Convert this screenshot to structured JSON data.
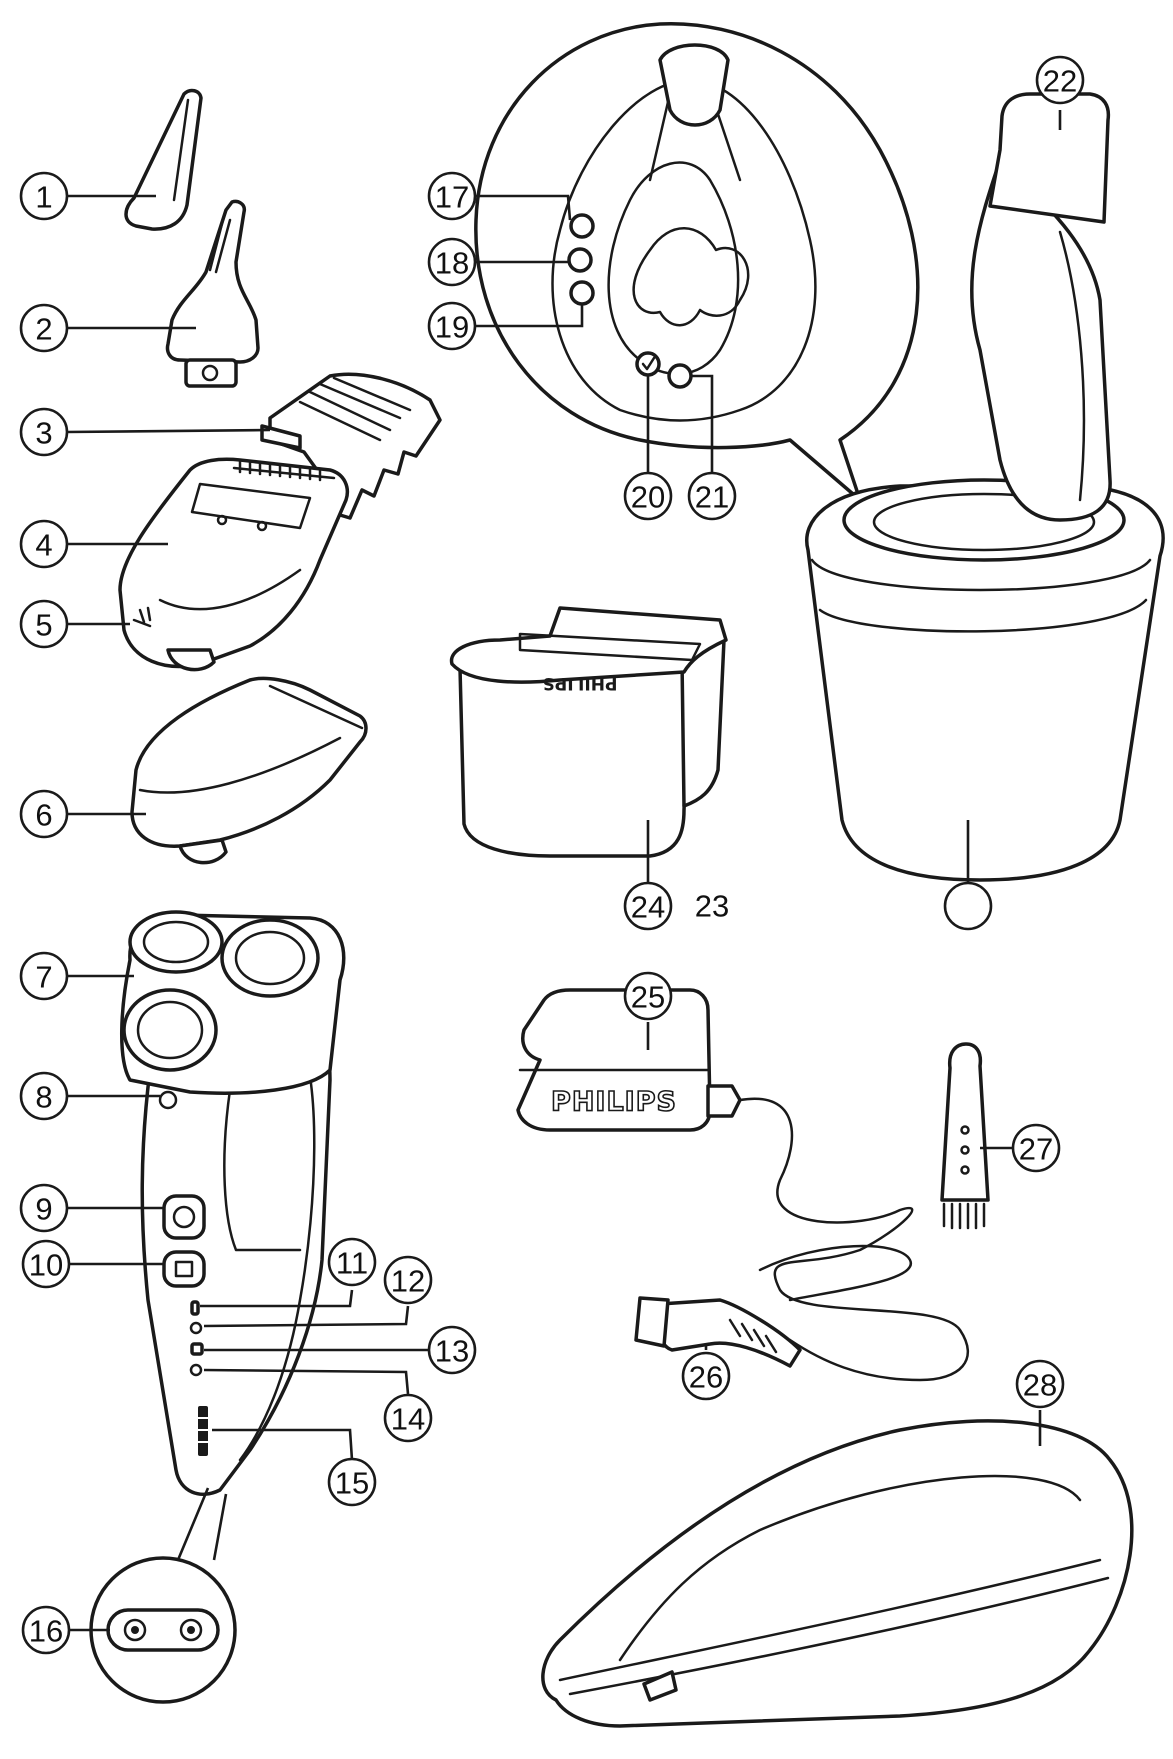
{
  "callouts": [
    {
      "id": "1",
      "label": "1"
    },
    {
      "id": "2",
      "label": "2"
    },
    {
      "id": "3",
      "label": "3"
    },
    {
      "id": "4",
      "label": "4"
    },
    {
      "id": "5",
      "label": "5"
    },
    {
      "id": "6",
      "label": "6"
    },
    {
      "id": "7",
      "label": "7"
    },
    {
      "id": "8",
      "label": "8"
    },
    {
      "id": "9",
      "label": "9"
    },
    {
      "id": "10",
      "label": "10"
    },
    {
      "id": "11",
      "label": "11"
    },
    {
      "id": "12",
      "label": "12"
    },
    {
      "id": "13",
      "label": "13"
    },
    {
      "id": "14",
      "label": "14"
    },
    {
      "id": "15",
      "label": "15"
    },
    {
      "id": "16",
      "label": "16"
    },
    {
      "id": "17",
      "label": "17"
    },
    {
      "id": "18",
      "label": "18"
    },
    {
      "id": "19",
      "label": "19"
    },
    {
      "id": "20",
      "label": "20"
    },
    {
      "id": "21",
      "label": "21"
    },
    {
      "id": "22",
      "label": "22"
    },
    {
      "id": "24",
      "label": "24"
    },
    {
      "id": "25",
      "label": "25"
    },
    {
      "id": "26",
      "label": "26"
    },
    {
      "id": "27",
      "label": "27"
    },
    {
      "id": "28",
      "label": "28"
    },
    {
      "id": "blank",
      "label": ""
    }
  ],
  "free_labels": {
    "label_23": "23"
  },
  "branding": {
    "adapter_brand": "PHILIPS",
    "cartridge_brand": "PHILIPS"
  }
}
